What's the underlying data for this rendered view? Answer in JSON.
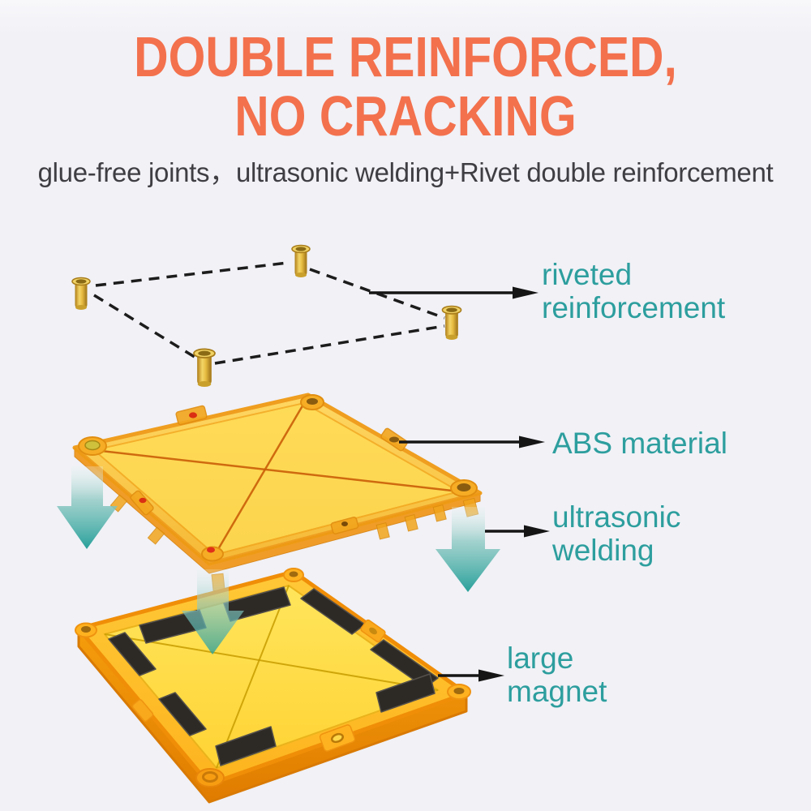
{
  "header": {
    "title_line1": "DOUBLE REINFORCED,",
    "title_line2": "NO CRACKING",
    "subtitle": "glue-free joints，ultrasonic welding+Rivet double reinforcement"
  },
  "callouts": {
    "riveted": {
      "line1": "riveted",
      "line2": "reinforcement"
    },
    "abs": {
      "line1": "ABS material"
    },
    "ultrasonic": {
      "line1": "ultrasonic",
      "line2": "welding"
    },
    "magnet": {
      "line1": "large",
      "line2": "magnet"
    }
  },
  "diagram": {
    "parts": [
      {
        "name": "rivets",
        "count": 4,
        "color": "#e3b93f"
      },
      {
        "name": "abs-top-plate",
        "color": "#ffd04a"
      },
      {
        "name": "magnet-bottom-plate",
        "color": "#ffc12d",
        "magnet_count": 8,
        "magnet_color": "#2d2a26"
      }
    ],
    "assembly_arrow_color": "#28a09a",
    "dashed_outline_color": "#1c1c1c"
  },
  "colors": {
    "background": "#f1f1f6",
    "title_orange": "#f3714d",
    "subtitle_gray": "#3e3e43",
    "label_teal": "#2d9e9e",
    "callout_arrow_black": "#151515"
  }
}
